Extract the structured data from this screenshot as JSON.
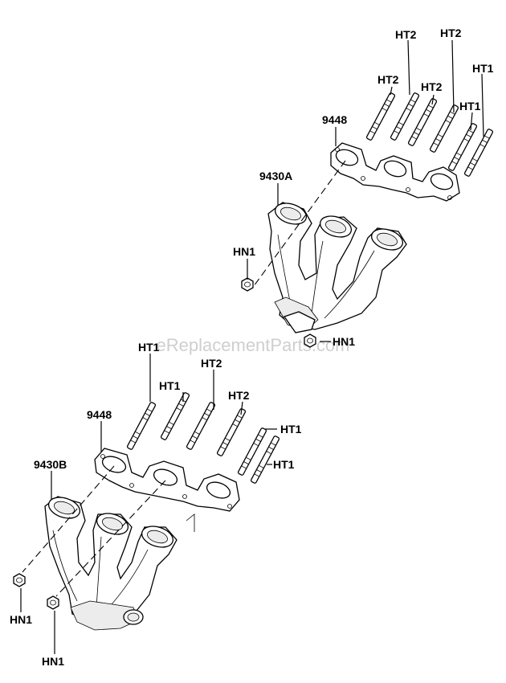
{
  "watermark": "eReplacementParts.com",
  "labels": {
    "upper": {
      "ht2_a": "HT2",
      "ht2_b": "HT2",
      "ht2_c": "HT2",
      "ht2_d": "HT2",
      "ht1_a": "HT1",
      "ht1_b": "HT1",
      "gasket": "9448",
      "manifold": "9430A",
      "hn1_left": "HN1",
      "hn1_right": "HN1"
    },
    "lower": {
      "ht1_a": "HT1",
      "ht1_b": "HT1",
      "ht2_a": "HT2",
      "ht2_b": "HT2",
      "ht1_c": "HT1",
      "ht1_d": "HT1",
      "gasket": "9448",
      "manifold": "9430B",
      "hn1_a": "HN1",
      "hn1_b": "HN1"
    }
  }
}
